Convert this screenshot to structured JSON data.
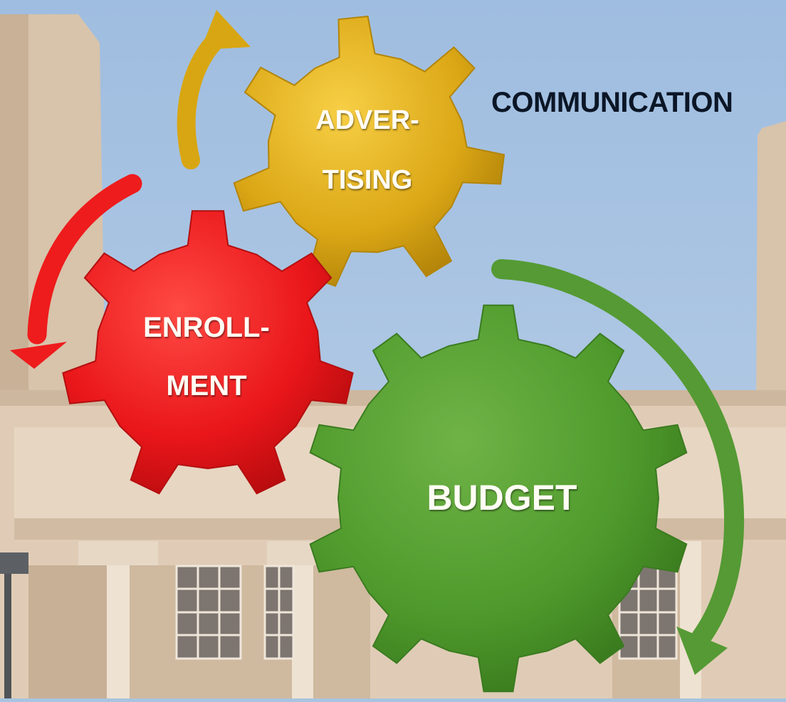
{
  "diagram": {
    "heading": "COMMUNICATION",
    "gears": [
      {
        "id": "advertising",
        "lines": [
          "ADVER-",
          "TISING"
        ],
        "color": "#d9a514"
      },
      {
        "id": "enrollment",
        "lines": [
          "ENROLL-",
          "MENT"
        ],
        "color": "#e8181a"
      },
      {
        "id": "budget",
        "lines": [
          "BUDGET"
        ],
        "color": "#4e9a2c"
      }
    ],
    "arrows": [
      {
        "id": "yellow-arrow",
        "color": "#d8a612"
      },
      {
        "id": "red-arrow",
        "color": "#ee1c1c"
      },
      {
        "id": "green-arrow",
        "color": "#559a34"
      }
    ],
    "colors": {
      "sky": "#a8c4e0",
      "wall": "#e1cdb7",
      "heading": "#0b1626"
    }
  }
}
